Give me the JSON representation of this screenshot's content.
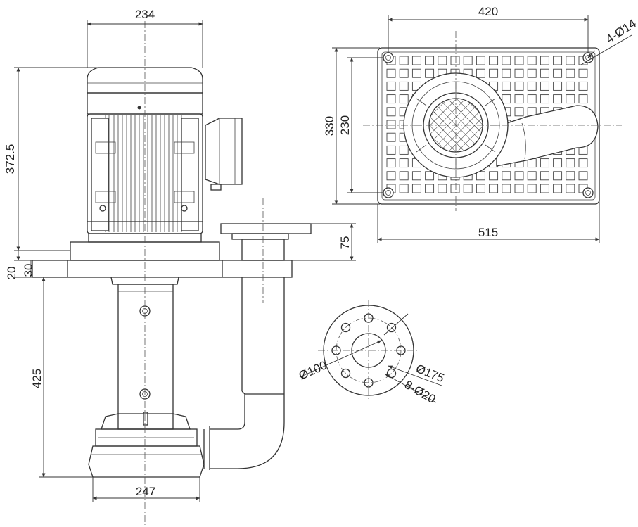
{
  "dimensions": {
    "motor_width": "234",
    "height_total": "372.5",
    "base_thickness": "20",
    "plate_thickness": "30",
    "submerged_length": "425",
    "pump_width": "247",
    "outlet_height": "75",
    "base_width_outer": "420",
    "base_depth_outer": "330",
    "base_depth_inner": "230",
    "base_length": "515",
    "mount_holes": "4-Ø14",
    "flange_inner": "Ø100",
    "flange_pcd": "Ø175",
    "flange_holes": "8-Ø20"
  }
}
